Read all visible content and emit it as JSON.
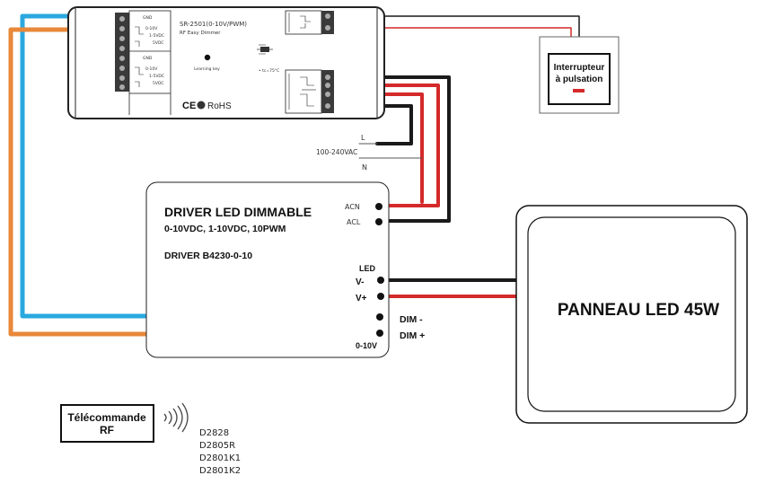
{
  "controller": {
    "model": "SR-2501(0-10V/PWM)",
    "subtitle": "RF Easy Dimmer",
    "learning_key": "Learning key",
    "temp": "• tc=75°C",
    "rohs": "RoHS",
    "ce": "CE",
    "terminal_labels": [
      "GND",
      "0-10V",
      "1-5VDC",
      "5VDC",
      "GND",
      "0-10V",
      "1-5VDC",
      "5VDC"
    ]
  },
  "mains": {
    "voltage": "100-240VAC",
    "line": "L",
    "neutral": "N"
  },
  "switch": {
    "line1": "Interrupteur",
    "line2": "à pulsation"
  },
  "driver": {
    "title": "DRIVER LED DIMMABLE",
    "spec": "0-10VDC, 1-10VDC, 10PWM",
    "model": "DRIVER B4230-0-10",
    "acn": "ACN",
    "acl": "ACL",
    "led": "LED",
    "v_minus": "V-",
    "v_plus": "V+",
    "dim_minus": "DIM -",
    "dim_plus": "DIM +",
    "zero_ten": "0-10V"
  },
  "panel": {
    "title": "PANNEAU LED 45W"
  },
  "remote": {
    "line1": "Télécommande",
    "line2": "RF",
    "models": [
      "D2828",
      "D2805R",
      "D2801K1",
      "D2801K2"
    ]
  },
  "colors": {
    "blue_wire": "#2aa8df",
    "orange_wire": "#e8883a",
    "red_wire": "#d42a2a",
    "black_wire": "#1a1a1a"
  }
}
